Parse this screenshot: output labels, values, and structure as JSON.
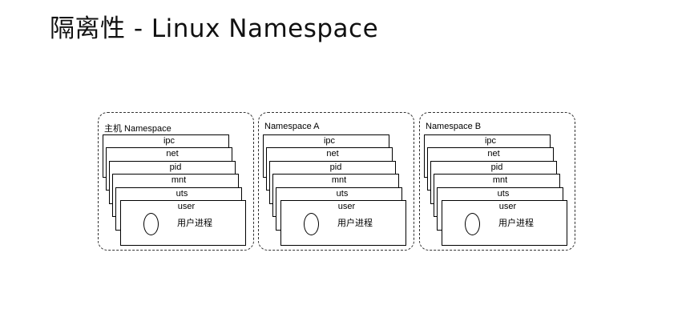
{
  "title": "隔离性 - Linux Namespace",
  "namespaces": [
    {
      "label": "主机 Namespace",
      "layers": [
        "ipc",
        "net",
        "pid",
        "mnt",
        "uts",
        "user"
      ],
      "process_label": "用户进程"
    },
    {
      "label": "Namespace A",
      "layers": [
        "ipc",
        "net",
        "pid",
        "mnt",
        "uts",
        "user"
      ],
      "process_label": "用户进程"
    },
    {
      "label": "Namespace B",
      "layers": [
        "ipc",
        "net",
        "pid",
        "mnt",
        "uts",
        "user"
      ],
      "process_label": "用户进程"
    }
  ]
}
